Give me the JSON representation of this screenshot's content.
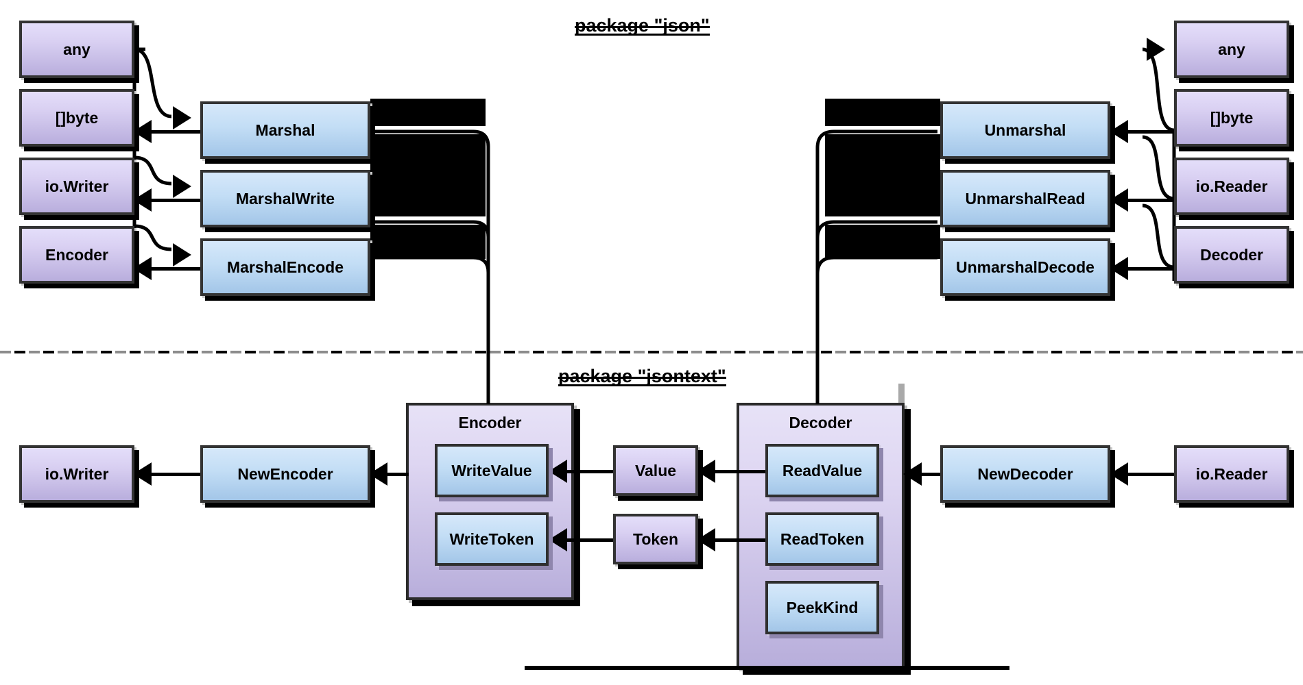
{
  "diagram": {
    "title_json": "package \"json\"",
    "title_jsontext": "package \"jsontext\"",
    "colors": {
      "type_box": "#c6bbe4",
      "func_box": "#bcd8ef",
      "border": "#333333",
      "edge": "#000000",
      "divider": "#8c8c8c"
    }
  },
  "json_package": {
    "label": "package \"json\"",
    "marshal_inputs": [
      {
        "label": "any"
      }
    ],
    "marshal_outputs": [
      {
        "label": "[]byte"
      },
      {
        "label": "io.Writer"
      },
      {
        "label": "Encoder"
      }
    ],
    "marshal_funcs": [
      {
        "label": "Marshal"
      },
      {
        "label": "MarshalWrite"
      },
      {
        "label": "MarshalEncode"
      }
    ],
    "unmarshal_funcs": [
      {
        "label": "Unmarshal"
      },
      {
        "label": "UnmarshalRead"
      },
      {
        "label": "UnmarshalDecode"
      }
    ],
    "unmarshal_outputs": [
      {
        "label": "any"
      }
    ],
    "unmarshal_inputs": [
      {
        "label": "[]byte"
      },
      {
        "label": "io.Reader"
      },
      {
        "label": "Decoder"
      }
    ]
  },
  "jsontext_package": {
    "label": "package \"jsontext\"",
    "encoder": {
      "title": "Encoder",
      "methods": [
        {
          "label": "WriteValue"
        },
        {
          "label": "WriteToken"
        }
      ]
    },
    "decoder": {
      "title": "Decoder",
      "methods": [
        {
          "label": "ReadValue"
        },
        {
          "label": "ReadToken"
        },
        {
          "label": "PeekKind"
        }
      ]
    },
    "tokens": [
      {
        "label": "Value"
      },
      {
        "label": "Token"
      }
    ],
    "constructors": [
      {
        "label": "NewEncoder"
      },
      {
        "label": "NewDecoder"
      }
    ],
    "io_left": {
      "label": "io.Writer"
    },
    "io_right": {
      "label": "io.Reader"
    }
  }
}
